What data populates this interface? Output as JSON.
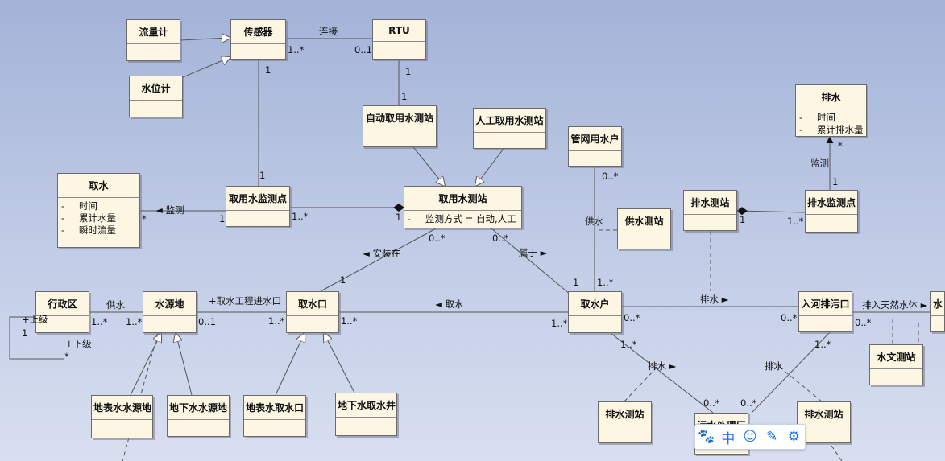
{
  "classes": [
    {
      "id": "flowmeter",
      "name": "流量计",
      "attrs": []
    },
    {
      "id": "sensor",
      "name": "传感器",
      "attrs": []
    },
    {
      "id": "rtu",
      "name": "RTU",
      "attrs": []
    },
    {
      "id": "levelmeter",
      "name": "水位计",
      "attrs": []
    },
    {
      "id": "auto_station",
      "name": "自动取用水测站",
      "attrs": []
    },
    {
      "id": "manual_station",
      "name": "人工取用水测站",
      "attrs": []
    },
    {
      "id": "pipe_user",
      "name": "管网用水户",
      "attrs": []
    },
    {
      "id": "drain",
      "name": "排水",
      "attrs": [
        "时间",
        "累计排水量"
      ]
    },
    {
      "id": "intake",
      "name": "取水",
      "attrs": [
        "时间",
        "累计水量",
        "瞬时流量"
      ]
    },
    {
      "id": "intake_point",
      "name": "取用水监测点",
      "attrs": []
    },
    {
      "id": "intake_station",
      "name": "取用水测站",
      "attrs": [
        "监测方式 = 自动,人工"
      ]
    },
    {
      "id": "supply_station",
      "name": "供水测站",
      "attrs": []
    },
    {
      "id": "drain_station_top",
      "name": "排水测站",
      "attrs": []
    },
    {
      "id": "drain_point",
      "name": "排水监测点",
      "attrs": []
    },
    {
      "id": "region",
      "name": "行政区",
      "attrs": []
    },
    {
      "id": "source",
      "name": "水源地",
      "attrs": []
    },
    {
      "id": "outlet",
      "name": "取水口",
      "attrs": []
    },
    {
      "id": "user",
      "name": "取水户",
      "attrs": []
    },
    {
      "id": "river_outlet",
      "name": "入河排污口",
      "attrs": []
    },
    {
      "id": "water_body",
      "name": "水",
      "attrs": []
    },
    {
      "id": "hydro_station",
      "name": "水文测站",
      "attrs": []
    },
    {
      "id": "surface_source",
      "name": "地表水水源地",
      "attrs": []
    },
    {
      "id": "ground_source",
      "name": "地下水水源地",
      "attrs": []
    },
    {
      "id": "surface_outlet",
      "name": "地表水取水口",
      "attrs": []
    },
    {
      "id": "ground_well",
      "name": "地下水取水井",
      "attrs": []
    },
    {
      "id": "drain_station_bl",
      "name": "排水测站",
      "attrs": []
    },
    {
      "id": "sewage_plant",
      "name": "污水处理厂",
      "attrs": []
    },
    {
      "id": "drain_station_br",
      "name": "排水测站",
      "attrs": []
    }
  ],
  "labels": [
    {
      "id": "connect",
      "text": "连接"
    },
    {
      "id": "sensor_rtu_m",
      "text": "1..*"
    },
    {
      "id": "rtu_sensor_m",
      "text": "0..1"
    },
    {
      "id": "sensor_down_m",
      "text": "1"
    },
    {
      "id": "rtu_down_m",
      "text": "1"
    },
    {
      "id": "auto_up_m",
      "text": "1"
    },
    {
      "id": "point_up_m",
      "text": "1"
    },
    {
      "id": "monitor_intake",
      "text": "◄ 监测"
    },
    {
      "id": "intake_m",
      "text": "*"
    },
    {
      "id": "point_left_m",
      "text": "1"
    },
    {
      "id": "point_right_m",
      "text": "1..*"
    },
    {
      "id": "station_left_m",
      "text": "1"
    },
    {
      "id": "install_on",
      "text": "◄ 安装在"
    },
    {
      "id": "station_out_m",
      "text": "0..*"
    },
    {
      "id": "outlet_up_m",
      "text": "1"
    },
    {
      "id": "station_user_m",
      "text": "0..*"
    },
    {
      "id": "belong",
      "text": "属于 ►"
    },
    {
      "id": "user_station_m",
      "text": "1"
    },
    {
      "id": "pipe_m",
      "text": "0..*"
    },
    {
      "id": "supply_lbl",
      "text": "供水"
    },
    {
      "id": "user_up_m",
      "text": "1..*"
    },
    {
      "id": "drain_m",
      "text": "*"
    },
    {
      "id": "monitor_drain",
      "text": "监测"
    },
    {
      "id": "drainpt_up_m",
      "text": "1"
    },
    {
      "id": "dst_right_m",
      "text": "1"
    },
    {
      "id": "dpt_left_m",
      "text": "1..*"
    },
    {
      "id": "drain_to_outlet",
      "text": "排水 ►"
    },
    {
      "id": "supply_region",
      "text": "供水"
    },
    {
      "id": "region_m",
      "text": "1..*"
    },
    {
      "id": "source_left_m",
      "text": "1..*"
    },
    {
      "id": "source_right_m",
      "text": "0..1"
    },
    {
      "id": "project",
      "text": "+取水工程进水口"
    },
    {
      "id": "outlet_left_m",
      "text": "1..*"
    },
    {
      "id": "outlet_right_m",
      "text": "1..*"
    },
    {
      "id": "take_water",
      "text": "◄ 取水"
    },
    {
      "id": "user_left_m",
      "text": "1..*"
    },
    {
      "id": "user_right_m",
      "text": "0..*"
    },
    {
      "id": "river_left_m",
      "text": "0..*"
    },
    {
      "id": "into_water",
      "text": "排入天然水体 ►"
    },
    {
      "id": "river_right_m",
      "text": "0..*"
    },
    {
      "id": "upper",
      "text": "+上级"
    },
    {
      "id": "upper_m",
      "text": "1"
    },
    {
      "id": "lower",
      "text": "+下级"
    },
    {
      "id": "lower_m",
      "text": "*"
    },
    {
      "id": "user_down_m",
      "text": "1..*"
    },
    {
      "id": "drain_user",
      "text": "排水 ►"
    },
    {
      "id": "sewage_m",
      "text": "0..*"
    },
    {
      "id": "river_down_m",
      "text": "1..*"
    },
    {
      "id": "drain_river",
      "text": "排水"
    },
    {
      "id": "sewage_m2",
      "text": "0..*"
    }
  ],
  "toolbar": {
    "icons": [
      "paw-icon",
      "chinese-ime-icon",
      "emoji-icon",
      "pen-icon",
      "gear-icon"
    ],
    "glyphs": [
      "🐾",
      "中",
      "☺",
      "✎",
      "⚙"
    ]
  },
  "colors": {
    "box": "#fdf6e3",
    "line": "#555555",
    "accent": "#1a73e8"
  }
}
